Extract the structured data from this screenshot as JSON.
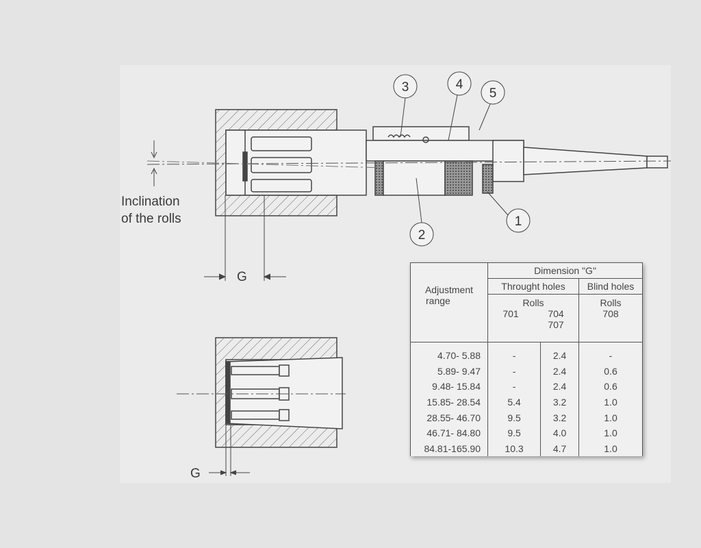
{
  "labels": {
    "inclination": [
      "Inclination",
      "of the rolls"
    ],
    "g_top": "G",
    "g_bottom": "G"
  },
  "callouts": [
    "1",
    "2",
    "3",
    "4",
    "5"
  ],
  "table": {
    "header_range": [
      "Adjustment",
      "range"
    ],
    "header_dimension": "Dimension \"G\"",
    "header_through": "Throught holes",
    "header_blind": "Blind holes",
    "rolls_label": "Rolls",
    "col_701": "701",
    "col_704_707": [
      "704",
      "707"
    ],
    "col_708": "708",
    "rows": [
      {
        "range": "4.70-  5.88",
        "r701": "-",
        "r704": "2.4",
        "r708": "-"
      },
      {
        "range": "5.89-  9.47",
        "r701": "-",
        "r704": "2.4",
        "r708": "0.6"
      },
      {
        "range": "9.48- 15.84",
        "r701": "-",
        "r704": "2.4",
        "r708": "0.6"
      },
      {
        "range": "15.85- 28.54",
        "r701": "5.4",
        "r704": "3.2",
        "r708": "1.0"
      },
      {
        "range": "28.55- 46.70",
        "r701": "9.5",
        "r704": "3.2",
        "r708": "1.0"
      },
      {
        "range": "46.71- 84.80",
        "r701": "9.5",
        "r704": "4.0",
        "r708": "1.0"
      },
      {
        "range": "84.81-165.90",
        "r701": "10.3",
        "r704": "4.7",
        "r708": "1.0"
      }
    ]
  }
}
